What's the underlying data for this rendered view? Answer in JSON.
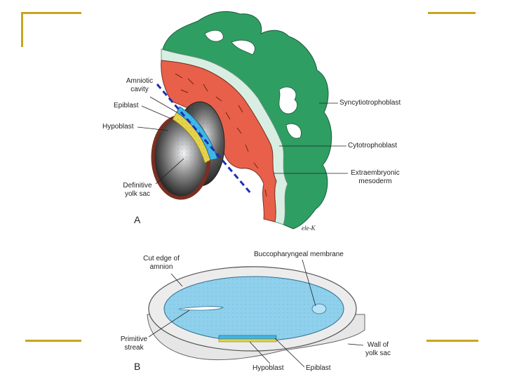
{
  "panel_a": {
    "letter": "A",
    "labels": {
      "amniotic_cavity": "Amniotic\ncavity",
      "epiblast": "Epiblast",
      "hypoblast": "Hypoblast",
      "definitive_yolk_sac": "Definitive\nyolk sac",
      "syncytiotrophoblast": "Syncytiotrophoblast",
      "cytotrophoblast": "Cytotrophoblast",
      "extraembryonic_mesoderm": "Extraembryonic\nmesoderm"
    },
    "signature": "ele-K"
  },
  "panel_b": {
    "letter": "B",
    "labels": {
      "cut_edge_of_amnion": "Cut edge of\namnion",
      "buccopharyngeal_membrane": "Buccopharyngeal membrane",
      "primitive_streak": "Primitive\nstreak",
      "wall_of_yolk_sac": "Wall of\nyolk sac",
      "hypoblast": "Hypoblast",
      "epiblast": "Epiblast"
    }
  },
  "colors": {
    "syncytio": "#2f9e63",
    "cyto": "#d9eee3",
    "mesoderm": "#e8604a",
    "epiblast": "#3fb7e8",
    "hypoblast": "#e6d24a",
    "disc": "#8fd0ec",
    "frame": "#c8a51e",
    "cut_line": "#1a2fb5"
  }
}
